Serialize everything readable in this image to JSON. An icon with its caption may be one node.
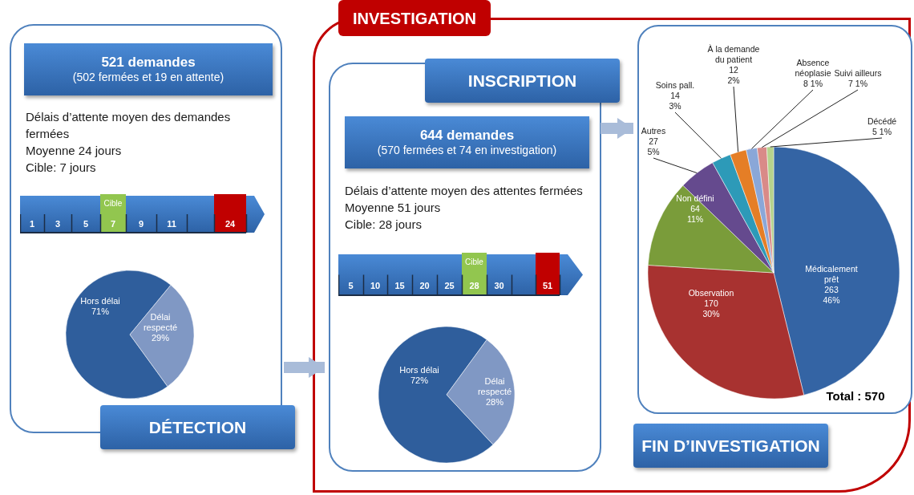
{
  "diagram": {
    "nodes": [
      {
        "text": [
          "DÉTECTION",
          "Délais d’attente moyen des demandes fermées",
          "Moyenne 24 jours",
          "Cible: 7 jours"
        ]
      },
      {
        "text": [
          "521 demandes",
          "(502 fermées et 19 en attente)"
        ],
        "in": 0
      },
      {
        "text": [
          "INVESTIGATION"
        ]
      },
      {
        "text": [
          "INSCRIPTION",
          "Délais d’attente moyen des attentes fermées",
          "Moyenne 51 jours",
          "Cible: 28 jours"
        ],
        "in": 2
      },
      {
        "text": [
          "644 demandes",
          "(570 fermées et  74 en investigation)"
        ],
        "in": 3
      },
      {
        "text": [
          "FIN D’INVESTIGATION"
        ],
        "in": 2
      }
    ],
    "edges": [
      {
        "from": 0,
        "to": 3,
        "arrow": "to"
      },
      {
        "from": 3,
        "to": 5,
        "arrow": "to"
      }
    ],
    "labels": [
      "Cible",
      "1",
      "3",
      "5",
      "7",
      "9",
      "11",
      "24",
      "Cible",
      "5",
      "10",
      "15",
      "20",
      "25",
      "28",
      "30",
      "51"
    ],
    "chart_data": [
      {
        "type": "pie",
        "categories": [
          "Hors délai",
          "Délai respecté"
        ],
        "values": [
          71,
          29
        ],
        "value_labels": [
          "71%",
          "29%"
        ]
      },
      {
        "type": "pie",
        "categories": [
          "Hors délai",
          "Délai respecté"
        ],
        "values": [
          72,
          28
        ],
        "value_labels": [
          "72%",
          "28%"
        ]
      },
      {
        "type": "pie",
        "categories": [
          "Médicalement prêt",
          "Observation",
          "Non défini",
          "Autres",
          "Soins pall.",
          "À la demande du patient",
          "Absence néoplasie",
          "Suivi ailleurs",
          "Décédé"
        ],
        "values": [
          263,
          170,
          64,
          27,
          14,
          12,
          8,
          7,
          5
        ],
        "value_labels": [
          "263 46%",
          "170 30%",
          "64 11%",
          "27 5%",
          "14 3%",
          "12 2%",
          "8 1%",
          "7 1%",
          "5 1%"
        ],
        "annotations": [
          "Total : 570"
        ]
      }
    ]
  }
}
